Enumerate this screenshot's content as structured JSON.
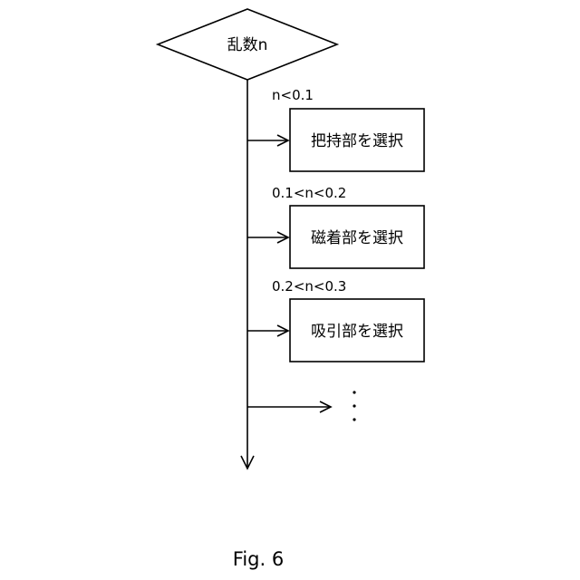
{
  "decision": {
    "label": "乱数n"
  },
  "branches": [
    {
      "condition": "n<0.1",
      "action": "把持部を選択"
    },
    {
      "condition": "0.1<n<0.2",
      "action": "磁着部を選択"
    },
    {
      "condition": "0.2<n<0.3",
      "action": "吸引部を選択"
    }
  ],
  "continuation": {
    "symbol": "⋮"
  },
  "caption": "Fig. 6"
}
